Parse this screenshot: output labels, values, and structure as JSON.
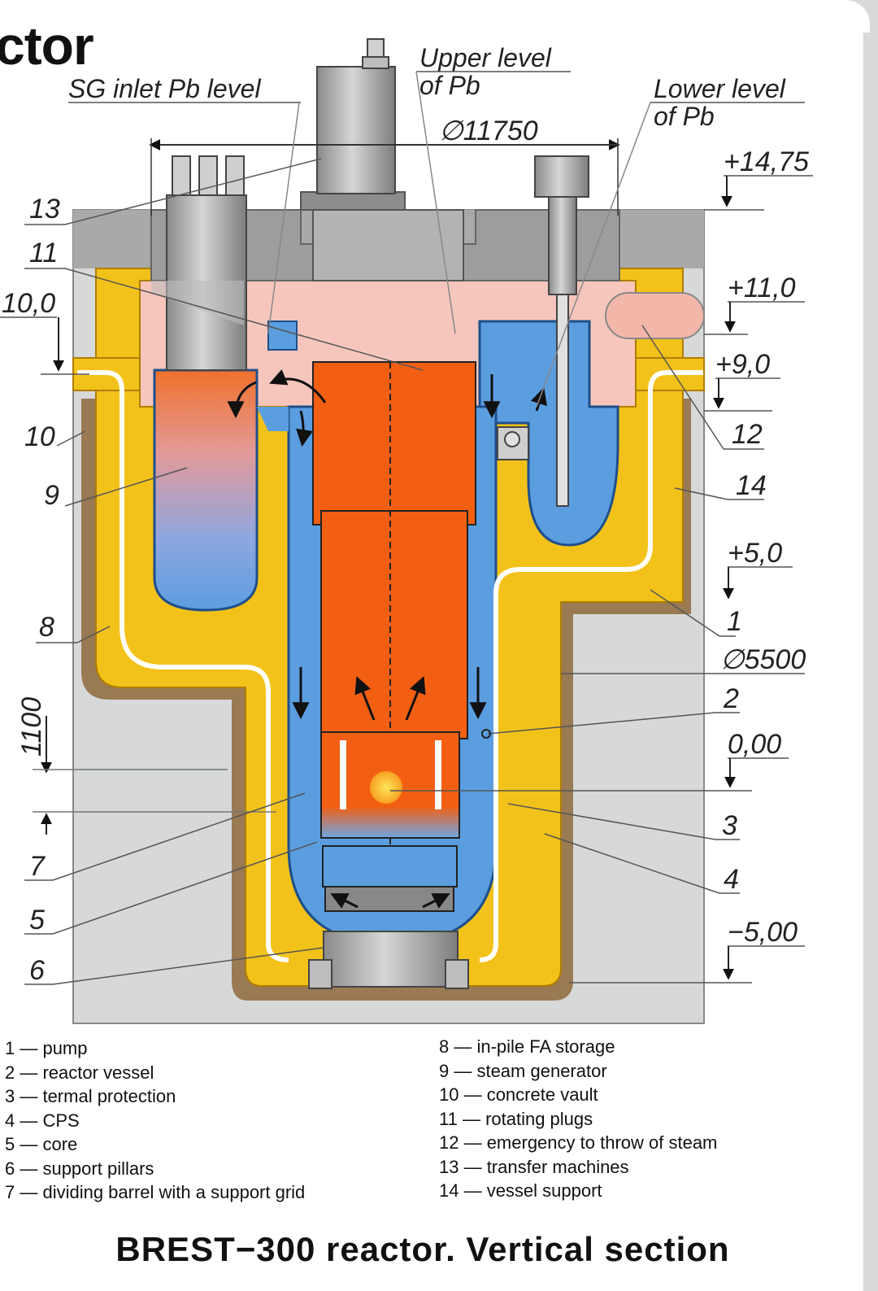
{
  "heading_fragment": "ctor",
  "caption": "BREST−300 reactor. Vertical section",
  "labels": {
    "sg_inlet": "SG inlet Pb level",
    "upper_level_1": "Upper level",
    "upper_level_2": "of Pb",
    "lower_level_1": "Lower level",
    "lower_level_2": "of Pb",
    "diameter_top": "∅11750",
    "diameter_mid": "∅5500",
    "dim_1100": "1100"
  },
  "elevations": [
    "+14,75",
    "+11,0",
    "+9,0",
    "+5,0",
    "0,00",
    "−5,00",
    "10,0"
  ],
  "callouts_left": [
    "13",
    "11",
    "10",
    "9",
    "8",
    "7",
    "5",
    "6"
  ],
  "callouts_right": [
    "12",
    "14",
    "1",
    "2",
    "3",
    "4"
  ],
  "legend_left": [
    "1 — pump",
    "2 — reactor vessel",
    "3 — termal protection",
    "4 — CPS",
    "5 — core",
    "6 — support pillars",
    "7 — dividing barrel with a support grid"
  ],
  "legend_right": [
    "8 — in-pile FA storage",
    "9 — steam generator",
    "10 — concrete vault",
    "11 — rotating plugs",
    "12 — emergency to throw of steam",
    "13 — transfer machines",
    "14 — vessel support"
  ],
  "colors": {
    "concrete": "#d7d9d9",
    "plug": "#a9a9a9",
    "yellow": "#f3c21a",
    "brown": "#9a7a52",
    "blue": "#5b9ee0",
    "orange": "#f25f12",
    "pink": "#f6c6bc"
  }
}
